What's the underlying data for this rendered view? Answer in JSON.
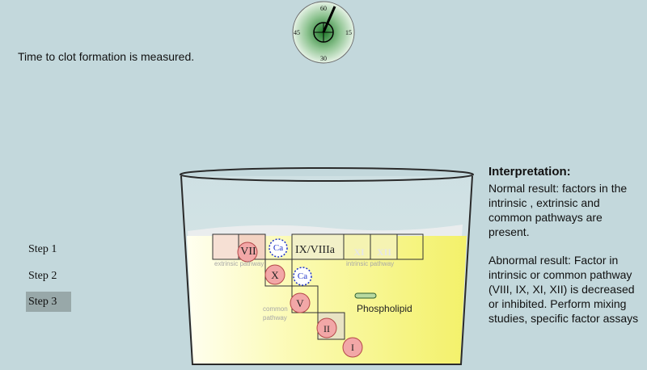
{
  "caption": "Time to clot formation is measured.",
  "timer": {
    "labels": {
      "top": "60",
      "right": "15",
      "bottom": "30",
      "left": "45"
    }
  },
  "steps": [
    "Step 1",
    "Step 2",
    "Step 3"
  ],
  "active_step": "Step 3",
  "interpretation": {
    "title": "Interpretation:",
    "normal": "Normal result: factors in the intrinsic , extrinsic and common pathways are present.",
    "abnormal": "Abnormal result: Factor in intrinsic or common pathway (VIII, IX, XI, XII) is decreased or inhibited. Perform mixing studies, specific factor assays"
  },
  "beaker": {
    "factors": {
      "vii": "VII",
      "ix_viiia": "IX/VIIIa",
      "xi": "XI",
      "xii": "XII",
      "x": "X",
      "v": "V",
      "ii": "II",
      "i": "I"
    },
    "ca": "Ca",
    "labels": {
      "extrinsic": "extrinsic pathway",
      "intrinsic": "intrinsic pathway",
      "common_1": "common",
      "common_2": "pathway",
      "phospholipid": "Phospholipid"
    }
  },
  "colors": {
    "background": "#c3d8dc",
    "factor_circle": "#f2a7a7",
    "ca": "#1e33c8",
    "liquid": "#f5f47a"
  }
}
